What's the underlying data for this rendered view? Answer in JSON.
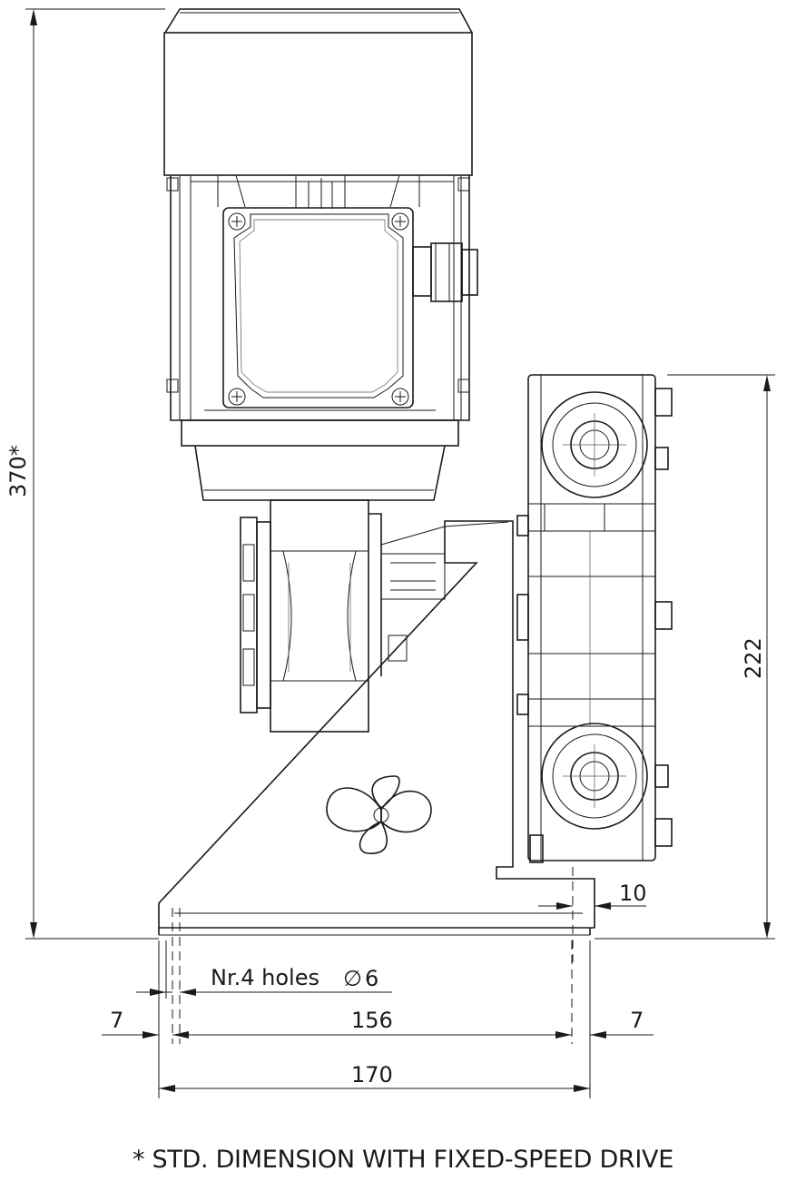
{
  "dimensions": {
    "overall_height": "370*",
    "pump_height": "222",
    "offset": "10",
    "holes_label": "Nr.4 holes",
    "hole_diameter_symbol": "∅",
    "hole_diameter": "6",
    "left_edge": "7",
    "hole_spacing": "156",
    "right_edge": "7",
    "base_width": "170"
  },
  "footnote": "* STD. DIMENSION WITH FIXED-SPEED DRIVE"
}
